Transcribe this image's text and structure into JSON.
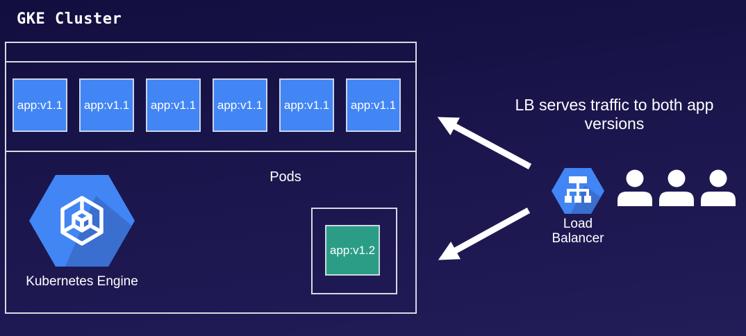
{
  "title": "GKE Cluster",
  "cluster": {
    "pods": [
      "app:v1.1",
      "app:v1.1",
      "app:v1.1",
      "app:v1.1",
      "app:v1.1",
      "app:v1.1"
    ],
    "pods_label": "Pods",
    "new_pod": "app:v1.2",
    "engine_label": "Kubernetes Engine"
  },
  "annotation": "LB serves traffic to both app versions",
  "load_balancer": {
    "label": "Load Balancer"
  },
  "users": {
    "count": 3
  },
  "colors": {
    "app_v1_fill": "#4285f4",
    "app_v2_fill": "#2b9d87",
    "hexagon_fill": "#4285f4",
    "hexagon_shadow": "#3a6fd0",
    "box_border": "#d9dae3",
    "arrow": "#ffffff",
    "text": "#ffffff",
    "background_top": "#120e3e",
    "background_bottom": "#221c58"
  }
}
